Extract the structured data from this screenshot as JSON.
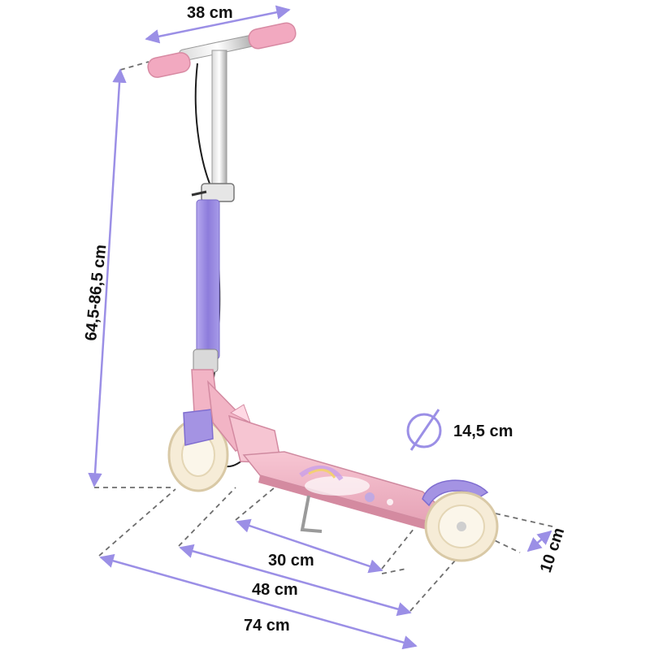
{
  "dimensions": {
    "handlebar_width": "38 cm",
    "height_range": "64,5-86,5 cm",
    "wheel_diameter": "14,5 cm",
    "deck_length": "30 cm",
    "wheelbase": "48 cm",
    "total_length": "74 cm",
    "deck_width": "10 cm"
  },
  "colors": {
    "accent_line": "#9b8fe6",
    "scooter_pink": "#f3b6c6",
    "stem_purple": "#9f8fe0",
    "wheel_cream": "#f6ecd7"
  },
  "icons": {
    "diameter_symbol": "diameter-icon"
  }
}
